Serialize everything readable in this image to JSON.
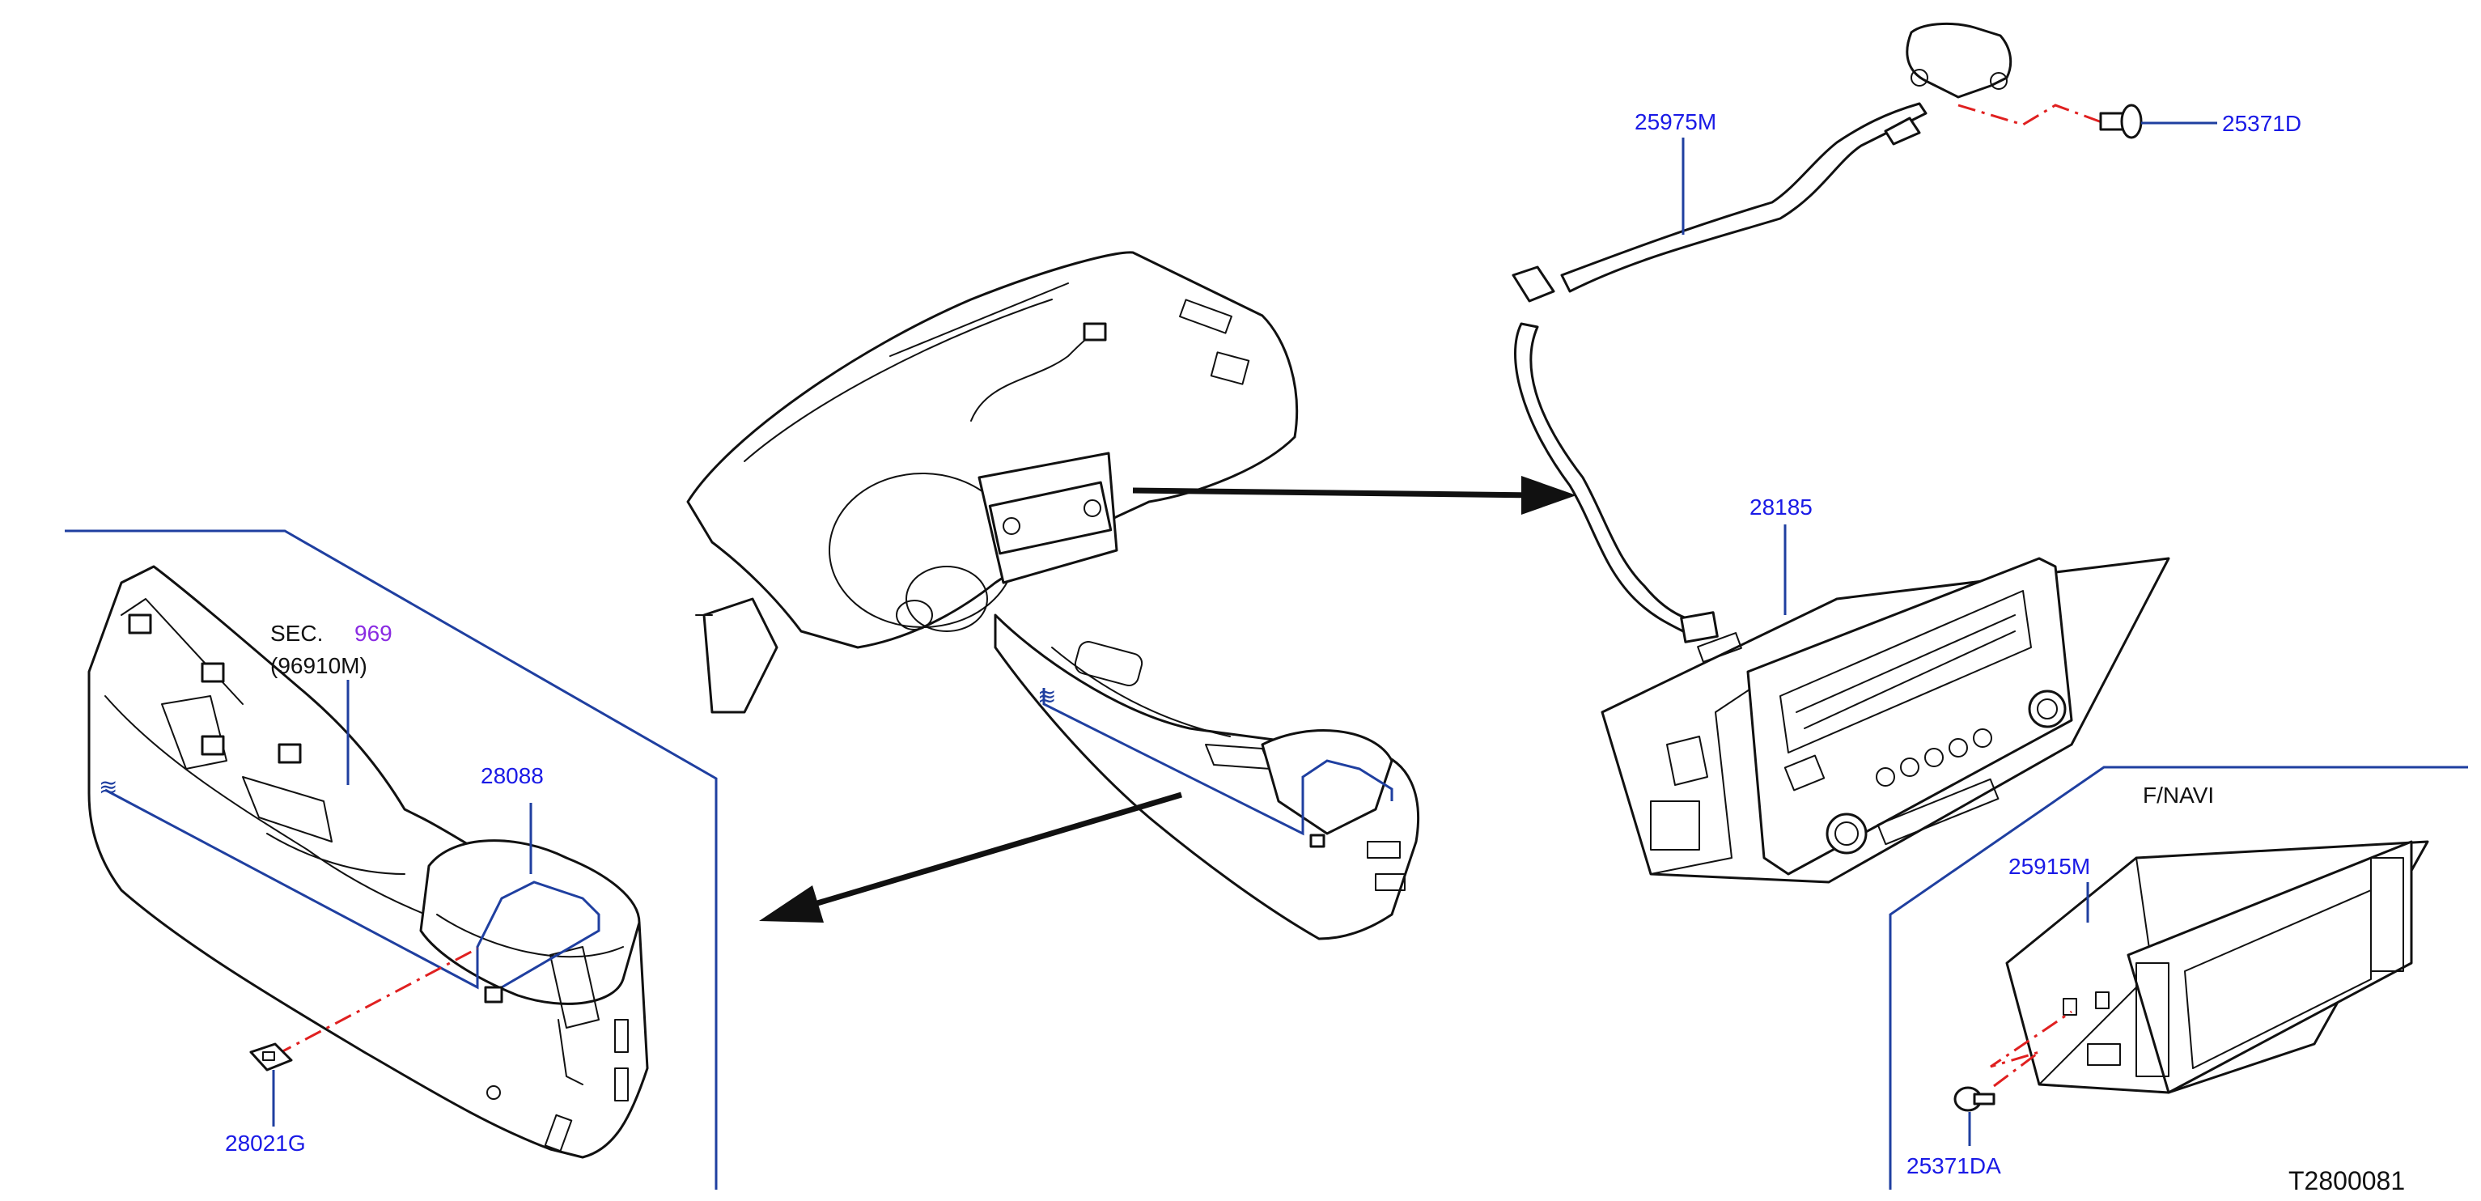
{
  "labels": {
    "sec_prefix": "SEC.",
    "sec_number": "969",
    "sec_part": "(96910M)",
    "p28088": "28088",
    "p28021g": "28021G",
    "p25975m": "25975M",
    "p25371d": "25371D",
    "p28185": "28185",
    "fnavi": "F/NAVI",
    "p25915m": "25915M",
    "p25371da": "25371DA",
    "figure_id": "T2800081"
  },
  "colors": {
    "part_number": "#1a1ae6",
    "section_ref": "#8a2be2",
    "leader": "#1f3fa0",
    "fastener_dash": "#e02020",
    "outline": "#111111"
  }
}
